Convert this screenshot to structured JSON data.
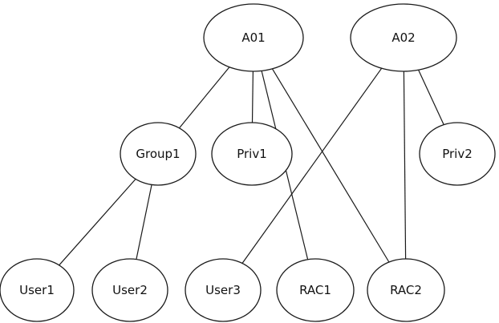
{
  "nodes": [
    {
      "id": "A01",
      "label": "A01"
    },
    {
      "id": "A02",
      "label": "A02"
    },
    {
      "id": "Group1",
      "label": "Group1"
    },
    {
      "id": "Priv1",
      "label": "Priv1"
    },
    {
      "id": "Priv2",
      "label": "Priv2"
    },
    {
      "id": "User1",
      "label": "User1"
    },
    {
      "id": "User2",
      "label": "User2"
    },
    {
      "id": "User3",
      "label": "User3"
    },
    {
      "id": "RAC1",
      "label": "RAC1"
    },
    {
      "id": "RAC2",
      "label": "RAC2"
    }
  ],
  "edges": [
    {
      "from": "A01",
      "to": "Group1"
    },
    {
      "from": "A01",
      "to": "Priv1"
    },
    {
      "from": "A01",
      "to": "RAC1"
    },
    {
      "from": "A01",
      "to": "RAC2"
    },
    {
      "from": "A02",
      "to": "User3"
    },
    {
      "from": "A02",
      "to": "RAC2"
    },
    {
      "from": "A02",
      "to": "Priv2"
    },
    {
      "from": "Group1",
      "to": "User1"
    },
    {
      "from": "Group1",
      "to": "User2"
    }
  ]
}
